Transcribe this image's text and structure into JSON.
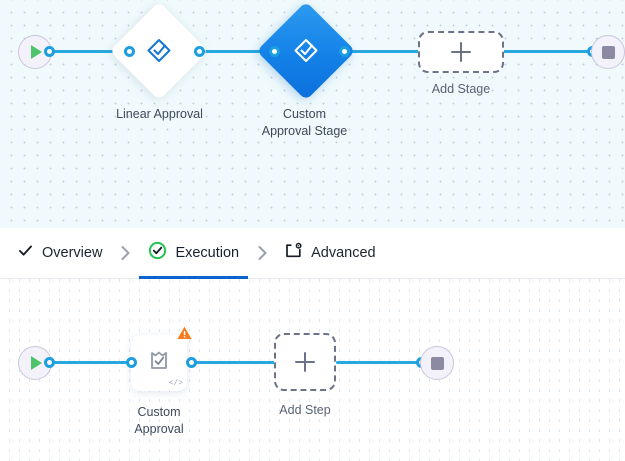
{
  "canvas_stage": {
    "name": "stage-flow-canvas",
    "background": "#f0fafc",
    "start_node": {
      "icon": "play-icon",
      "title": "Start"
    },
    "end_node": {
      "icon": "stop-icon",
      "title": "End"
    },
    "nodes": [
      {
        "id": "linear-approval",
        "label": "Linear Approval",
        "icon": "approval-diamond-icon",
        "style": "light"
      },
      {
        "id": "custom-approval-stage",
        "label": "Custom\nApproval Stage",
        "icon": "approval-diamond-icon",
        "style": "selected"
      }
    ],
    "add_node": {
      "label": "Add Stage",
      "icon": "plus-icon"
    }
  },
  "tabs": {
    "items": [
      {
        "id": "overview",
        "label": "Overview",
        "icon": "check-icon",
        "active": false
      },
      {
        "id": "execution",
        "label": "Execution",
        "icon": "check-circle-icon",
        "active": true
      },
      {
        "id": "advanced",
        "label": "Advanced",
        "icon": "settings-box-icon",
        "active": false
      }
    ],
    "separator_icon": "chevron-right-icon",
    "active_underline_color": "#0b63ce"
  },
  "canvas_step": {
    "name": "step-flow-canvas",
    "background": "#ffffff",
    "start_node": {
      "icon": "play-icon",
      "title": "Start"
    },
    "end_node": {
      "icon": "stop-icon",
      "title": "End"
    },
    "nodes": [
      {
        "id": "custom-approval",
        "label": "Custom\nApproval",
        "icon": "approval-doc-icon",
        "badge": "warning-icon",
        "corner_icon": "code-icon",
        "corner_text": "</>"
      }
    ],
    "add_node": {
      "label": "Add Step",
      "icon": "plus-icon"
    }
  },
  "colors": {
    "edge": "#29a8e0",
    "port": "#1c9ee0",
    "selected_node": "#1381e8",
    "warning": "#f57c1f",
    "success": "#23c552",
    "start": "#4cc46a",
    "stop": "#8c8aa3"
  }
}
